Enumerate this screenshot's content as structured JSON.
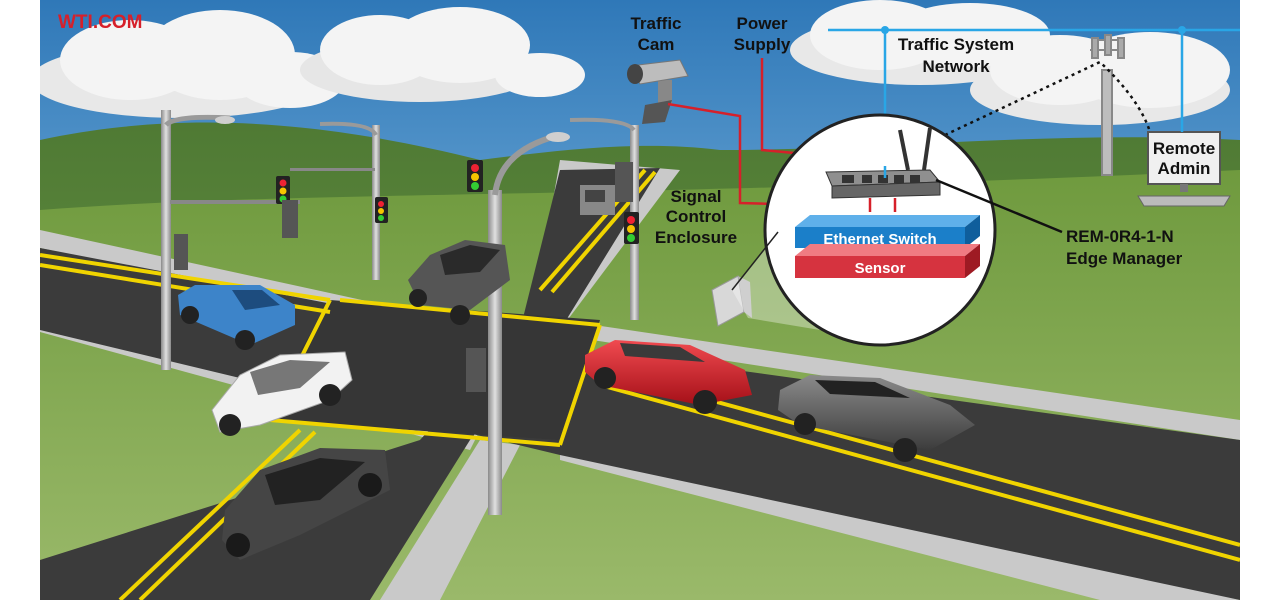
{
  "logo": "WTI.COM",
  "labels": {
    "traffic_cam": [
      "Traffic",
      "Cam"
    ],
    "power_supply": [
      "Power",
      "Supply"
    ],
    "network": [
      "Traffic System",
      "Network"
    ],
    "remote_admin": [
      "Remote",
      "Admin"
    ],
    "enclosure": [
      "Signal",
      "Control",
      "Enclosure"
    ],
    "ethernet_switch": "Ethernet Switch",
    "sensor": "Sensor",
    "edge_manager": [
      "REM-0R4-1-N",
      "Edge Manager"
    ]
  },
  "colors": {
    "network_line": "#29a6e6",
    "power_line": "#d6202a",
    "switch_box": "#1b7fc9",
    "sensor_box": "#d6333f",
    "logo": "#d6202a",
    "car_red": "#d41f2b",
    "car_blue": "#3d84c9"
  },
  "icons": [
    "traffic-camera-icon",
    "cell-tower-icon",
    "computer-icon",
    "traffic-light-icon",
    "street-lamp-icon",
    "router-icon",
    "car-icon"
  ]
}
